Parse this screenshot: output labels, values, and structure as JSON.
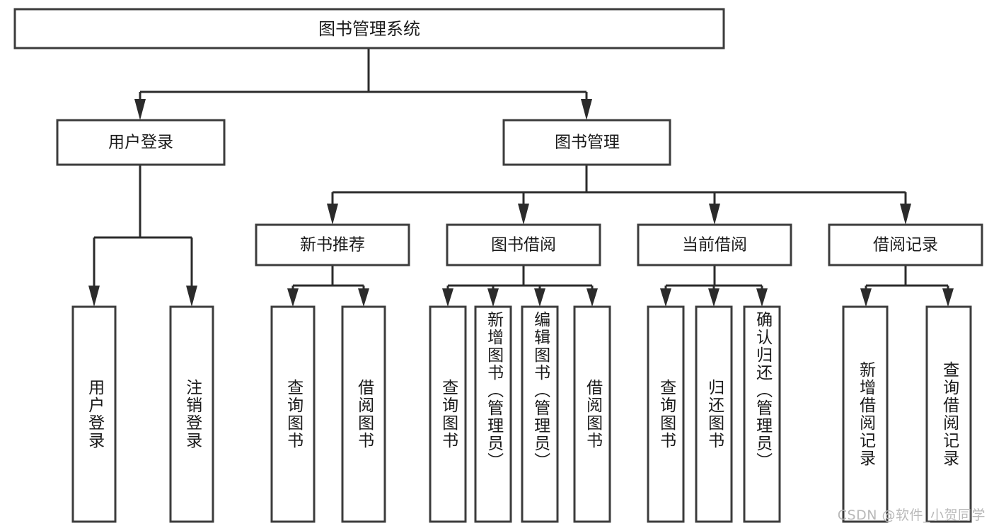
{
  "diagram": {
    "type": "tree",
    "title_node": {
      "id": "root",
      "label": "图书管理系统"
    },
    "level2": [
      {
        "id": "user-login",
        "label": "用户登录"
      },
      {
        "id": "book-manage",
        "label": "图书管理"
      }
    ],
    "level3": [
      {
        "id": "new-book-rec",
        "label": "新书推荐",
        "parent": "book-manage"
      },
      {
        "id": "book-borrow",
        "label": "图书借阅",
        "parent": "book-manage"
      },
      {
        "id": "current-borrow",
        "label": "当前借阅",
        "parent": "book-manage"
      },
      {
        "id": "borrow-record",
        "label": "借阅记录",
        "parent": "book-manage"
      }
    ],
    "leaves": [
      {
        "id": "leaf-user-login",
        "label": "用户登录",
        "parent": "user-login"
      },
      {
        "id": "leaf-logout",
        "label": "注销登录",
        "parent": "user-login"
      },
      {
        "id": "leaf-query-book-1",
        "label": "查询图书",
        "parent": "new-book-rec"
      },
      {
        "id": "leaf-borrow-book-1",
        "label": "借阅图书",
        "parent": "new-book-rec"
      },
      {
        "id": "leaf-query-book-2",
        "label": "查询图书",
        "parent": "book-borrow"
      },
      {
        "id": "leaf-add-book",
        "label": "新增图书（管理员）",
        "parent": "book-borrow"
      },
      {
        "id": "leaf-edit-book",
        "label": "编辑图书（管理员）",
        "parent": "book-borrow"
      },
      {
        "id": "leaf-borrow-book-2",
        "label": "借阅图书",
        "parent": "book-borrow"
      },
      {
        "id": "leaf-query-book-3",
        "label": "查询图书",
        "parent": "current-borrow"
      },
      {
        "id": "leaf-return-book",
        "label": "归还图书",
        "parent": "current-borrow"
      },
      {
        "id": "leaf-confirm-return",
        "label": "确认归还（管理员）",
        "parent": "current-borrow"
      },
      {
        "id": "leaf-add-record",
        "label": "新增借阅记录",
        "parent": "borrow-record"
      },
      {
        "id": "leaf-query-record",
        "label": "查询借阅记录",
        "parent": "borrow-record"
      }
    ],
    "colors": {
      "box_stroke": "#3c3c3c",
      "box_fill": "#ffffff",
      "connector": "#2b2b2b",
      "text": "#1a1a1a",
      "watermark": "#b9b9b9",
      "background": "#ffffff"
    }
  },
  "watermark": {
    "text": "CSDN @软件_小贺同学"
  }
}
